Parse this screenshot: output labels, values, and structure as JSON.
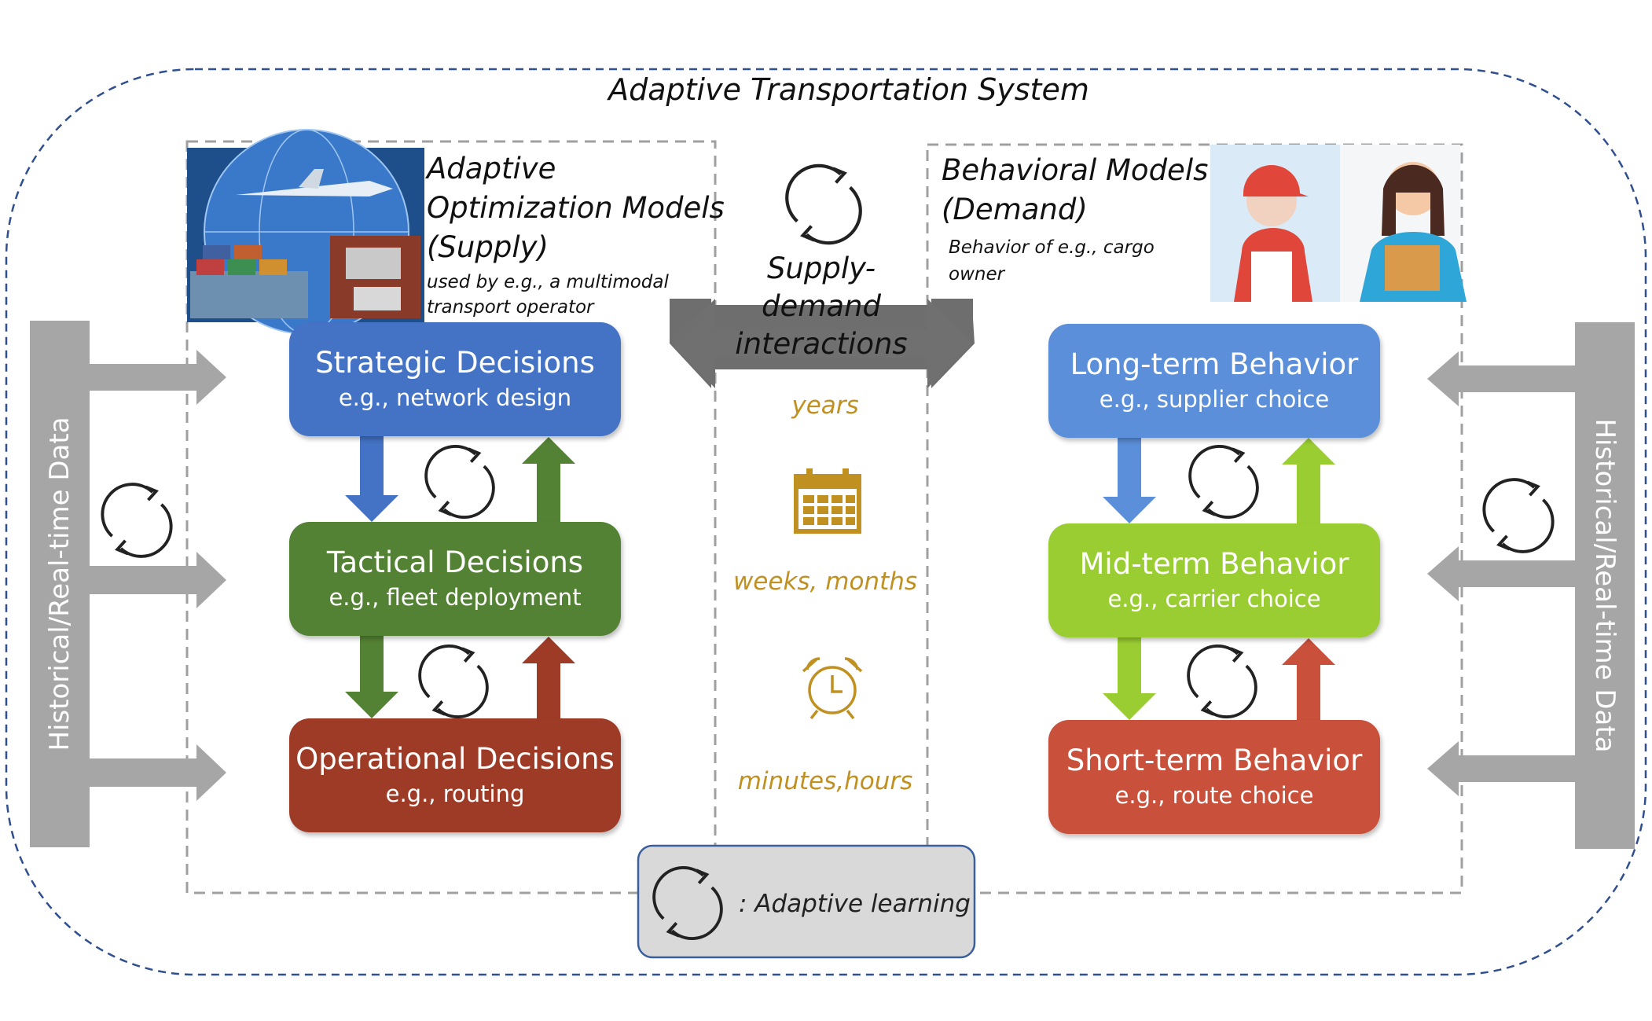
{
  "title": "Adaptive Transportation System",
  "supply": {
    "title_lines": [
      "Adaptive",
      "Optimization Models",
      "(Supply)"
    ],
    "note_lines": [
      "used by e.g., a multimodal",
      "transport operator"
    ],
    "boxes": [
      {
        "title": "Strategic Decisions",
        "sub": "e.g., network design",
        "color": "#4472c4"
      },
      {
        "title": "Tactical Decisions",
        "sub": "e.g., fleet deployment",
        "color": "#548235"
      },
      {
        "title": "Operational Decisions",
        "sub": "e.g., routing",
        "color": "#9e3b27"
      }
    ],
    "image_icon": "transport-collage-image"
  },
  "demand": {
    "title_lines": [
      "Behavioral Models",
      "(Demand)"
    ],
    "note_lines": [
      "Behavior of e.g., cargo",
      "owner"
    ],
    "boxes": [
      {
        "title": "Long-term Behavior",
        "sub": "e.g., supplier choice",
        "color": "#5b8fd9"
      },
      {
        "title": "Mid-term Behavior",
        "sub": "e.g., carrier choice",
        "color": "#9acd32"
      },
      {
        "title": "Short-term Behavior",
        "sub": "e.g., route choice",
        "color": "#c9503a"
      }
    ],
    "image_icon": "people-illustration-image"
  },
  "center": {
    "interaction_lines": [
      "Supply-demand",
      "interactions"
    ],
    "times": [
      "years",
      "weeks, months",
      "minutes,hours"
    ],
    "icons": [
      "calendar-icon",
      "alarm-clock-icon"
    ]
  },
  "side_label": "Historical/Real-time Data",
  "legend": ": Adaptive learning",
  "colors": {
    "frame_dash": "#2f4f8f",
    "gray_arrow": "#a6a6a6",
    "dark_arrow": "#595959",
    "time_text": "#c09020"
  }
}
